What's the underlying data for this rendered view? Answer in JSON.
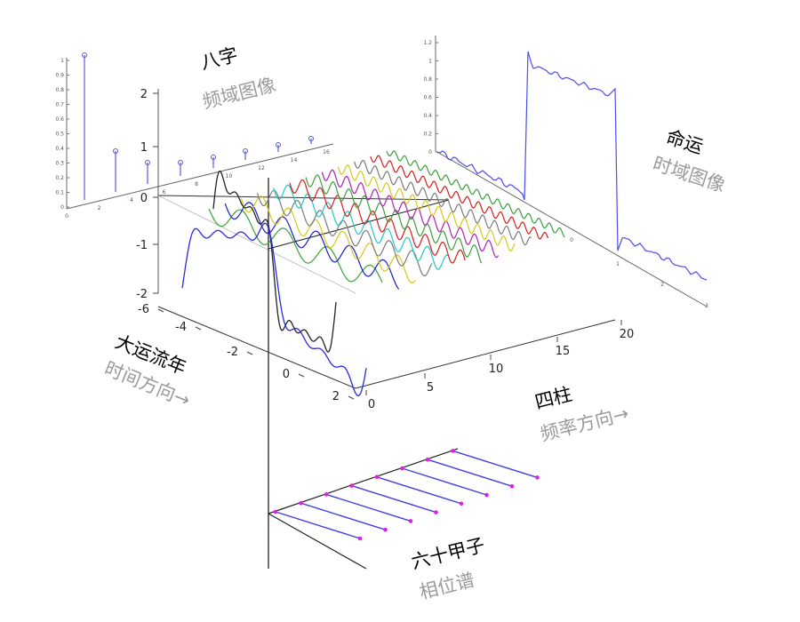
{
  "labels": {
    "bazi": "八字",
    "bazi_sub": "频域图像",
    "mingyun": "命运",
    "mingyun_sub": "时域图像",
    "dayun": "大运流年",
    "dayun_sub": "时间方向→",
    "sizhu": "四柱",
    "sizhu_sub": "频率方向→",
    "liushi": "六十甲子",
    "liushi_sub": "相位谱"
  },
  "axes": {
    "z_ticks": [
      "2",
      "1",
      "0",
      "-1",
      "-2"
    ],
    "x_ticks": [
      "-6",
      "-4",
      "-2",
      "0",
      "2"
    ],
    "y_ticks": [
      "0",
      "5",
      "10",
      "15",
      "20"
    ]
  },
  "colors": {
    "harmonics": [
      "#3aa03a",
      "#1c1cc8",
      "#d8c818",
      "#7a7a7a",
      "#20c8c8",
      "#d81c1c",
      "#3aa03a",
      "#b020b0",
      "#d8c818",
      "#7a7a7a",
      "#d81c1c",
      "#3aa03a"
    ],
    "square_wave": "#4c4cf0",
    "stem": "#5a5ad8",
    "phase_line": "#4040e0",
    "phase_dot": "#e020e0"
  }
}
